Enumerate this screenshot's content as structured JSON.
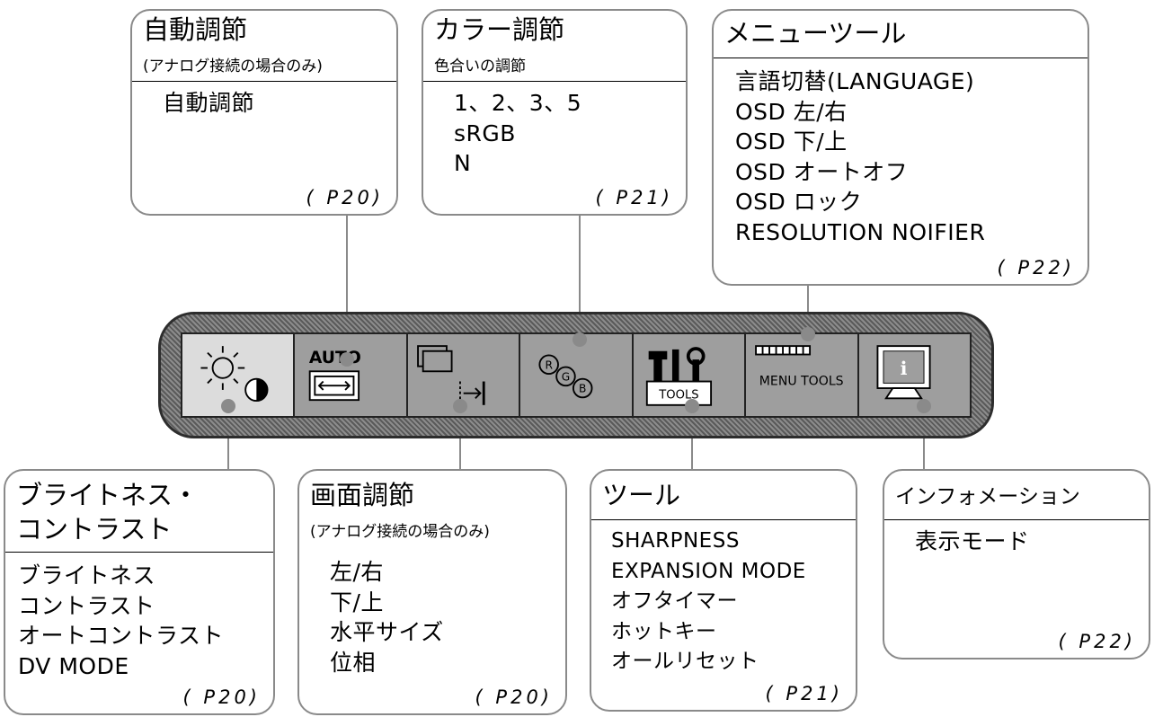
{
  "boxes": {
    "auto": {
      "title": "自動調節",
      "subtitle": "(アナログ接続の場合のみ)",
      "items": [
        "自動調節"
      ],
      "page": "( P20)"
    },
    "color": {
      "title": "カラー調節",
      "subtitle": "色合いの調節",
      "items": [
        "1、2、3、5",
        "sRGB",
        "N"
      ],
      "page": "( P21)"
    },
    "menu_tools": {
      "title": "メニューツール",
      "items": [
        "言語切替(LANGUAGE)",
        "OSD 左/右",
        "OSD 下/上",
        "OSD オートオフ",
        "OSD ロック",
        "RESOLUTION NOIFIER"
      ],
      "page": "( P22)"
    },
    "brightness": {
      "title_line1": "ブライトネス・",
      "title_line2": "コントラスト",
      "items": [
        "ブライトネス",
        "コントラスト",
        "オートコントラスト",
        "DV MODE"
      ],
      "page": "( P20)"
    },
    "screen": {
      "title": "画面調節",
      "subtitle": "(アナログ接続の場合のみ)",
      "items": [
        "左/右",
        "下/上",
        "水平サイズ",
        "位相"
      ],
      "page": "( P20)"
    },
    "tools": {
      "title": "ツール",
      "items": [
        "SHARPNESS",
        "EXPANSION MODE",
        "オフタイマー",
        "ホットキー",
        "オールリセット"
      ],
      "page": "( P21)"
    },
    "info": {
      "title": "インフォメーション",
      "items": [
        "表示モード"
      ],
      "page": "( P22)"
    }
  },
  "menu_icons": [
    {
      "name": "brightness-contrast-icon",
      "label": "",
      "selected": true
    },
    {
      "name": "auto-adjust-icon",
      "label": "AUTO",
      "selected": false
    },
    {
      "name": "screen-adjust-icon",
      "label": "",
      "selected": false
    },
    {
      "name": "color-rgb-icon",
      "label": "",
      "selected": false
    },
    {
      "name": "tools-icon",
      "label": "TOOLS",
      "selected": false
    },
    {
      "name": "menu-tools-icon",
      "label": "MENU TOOLS",
      "selected": false
    },
    {
      "name": "information-icon",
      "label": "i",
      "selected": false
    }
  ],
  "colors": {
    "box_border": "#8a8a8a",
    "bar_dark": "#2d2d2d",
    "bar_fill": "#9e9e9e",
    "selected_cell": "#dcdcdc"
  }
}
